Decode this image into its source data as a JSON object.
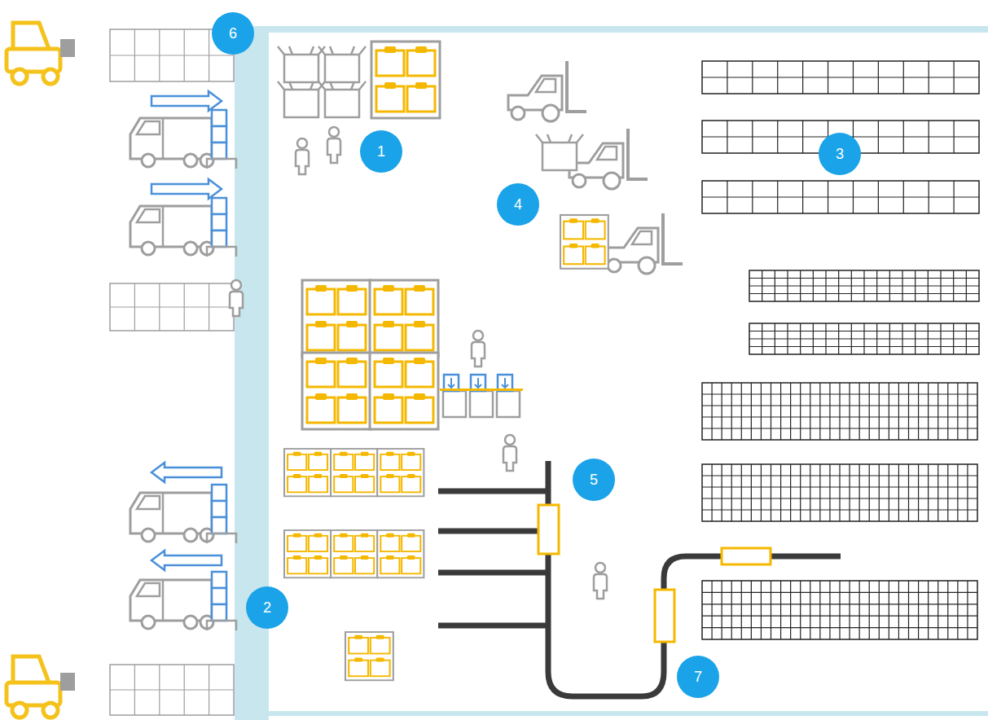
{
  "diagram": {
    "nodes": [
      {
        "text": [
          "6"
        ]
      },
      {
        "text": [
          "1"
        ]
      },
      {
        "text": [
          "3"
        ]
      },
      {
        "text": [
          "4"
        ]
      },
      {
        "text": [
          "5"
        ]
      },
      {
        "text": [
          "2"
        ]
      },
      {
        "text": [
          "7"
        ]
      }
    ]
  }
}
